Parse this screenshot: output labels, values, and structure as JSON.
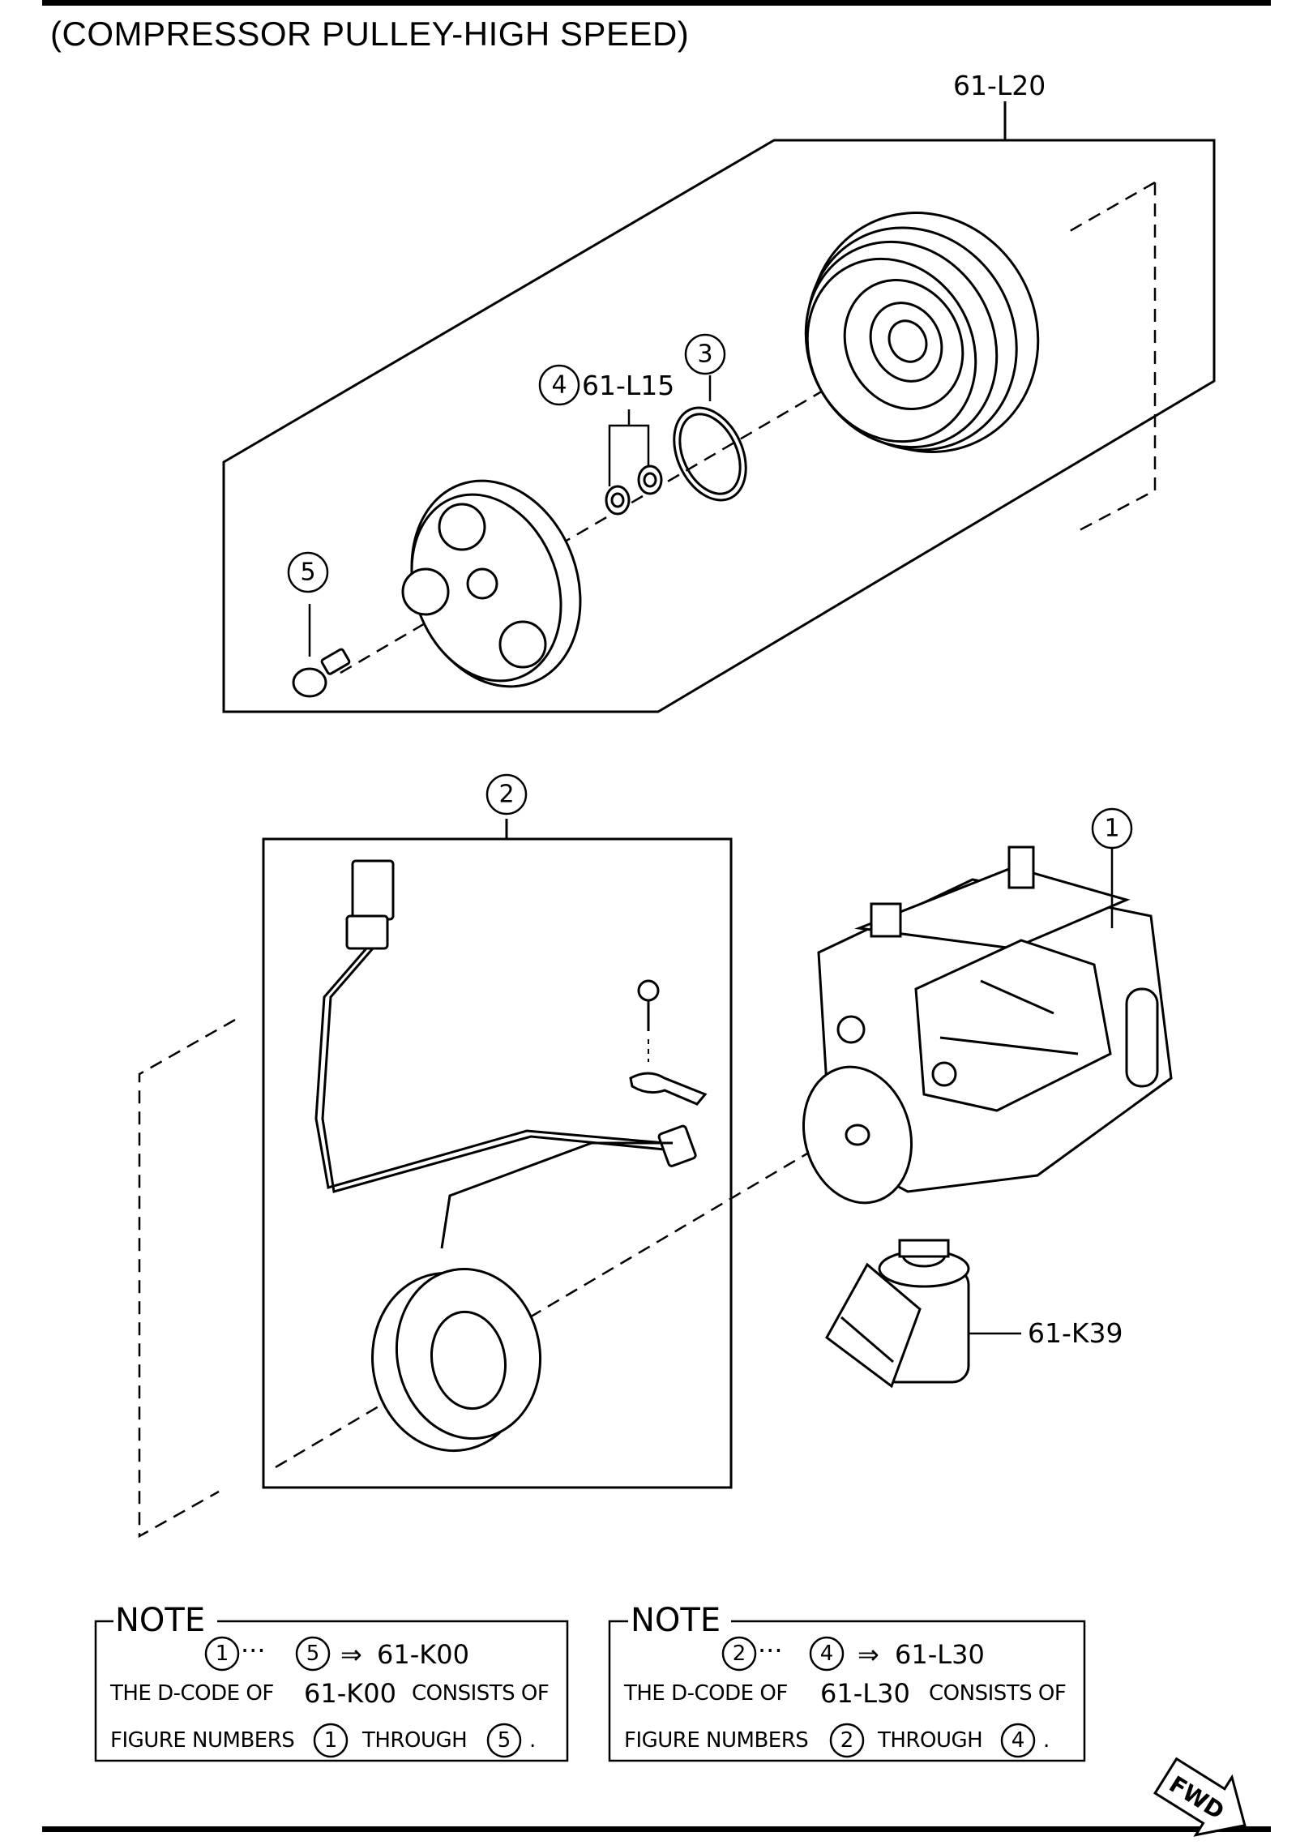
{
  "title": "(COMPRESSOR PULLEY-HIGH SPEED)",
  "callouts": {
    "c1": "1",
    "c2": "2",
    "c3": "3",
    "c4": "4",
    "c5": "5"
  },
  "codes": {
    "pulley_set": "61-L20",
    "washers": "61-L15",
    "relay": "61-K39"
  },
  "notes": [
    {
      "heading": "NOTE",
      "from": "1",
      "dots": "···",
      "to": "5",
      "arrow": "⇒",
      "code": "61-K00",
      "line2_a": "THE D-CODE OF",
      "line2_code": "61-K00",
      "line2_b": "CONSISTS OF",
      "line3_a": "FIGURE NUMBERS",
      "line3_from": "1",
      "line3_mid": "THROUGH",
      "line3_to": "5",
      "line3_end": "."
    },
    {
      "heading": "NOTE",
      "from": "2",
      "dots": "···",
      "to": "4",
      "arrow": "⇒",
      "code": "61-L30",
      "line2_a": "THE D-CODE OF",
      "line2_code": "61-L30",
      "line2_b": "CONSISTS OF",
      "line3_a": "FIGURE NUMBERS",
      "line3_from": "2",
      "line3_mid": "THROUGH",
      "line3_to": "4",
      "line3_end": "."
    }
  ],
  "fwd_label": "FWD"
}
